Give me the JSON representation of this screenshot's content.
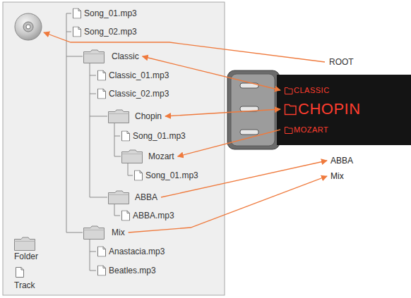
{
  "diagram": {
    "nodes": [
      {
        "text": [
          "Classic"
        ]
      },
      {
        "text": [
          "Chopin"
        ]
      },
      {
        "text": [
          "Mozart"
        ]
      },
      {
        "text": [
          "ABBA"
        ]
      },
      {
        "text": [
          "Mix"
        ]
      },
      {
        "text": [
          "CLASSIC"
        ]
      },
      {
        "text": [
          "CHOPIN"
        ]
      },
      {
        "text": [
          "MOZART"
        ]
      },
      {
        "text": [
          "ABBA"
        ]
      },
      {
        "text": [
          "Mix"
        ]
      }
    ],
    "edges": [
      {
        "from": 5,
        "to": 0,
        "arrow": "both"
      },
      {
        "from": 6,
        "to": 1,
        "arrow": "both"
      },
      {
        "from": 7,
        "to": 2,
        "arrow": "to"
      },
      {
        "from": 3,
        "to": 8,
        "arrow": "to"
      },
      {
        "from": 4,
        "to": 9,
        "arrow": "to"
      }
    ],
    "labels": [
      "ROOT",
      "Song_01.mp3",
      "Song_02.mp3",
      "Classic_01.mp3",
      "Classic_02.mp3",
      "Song_01.mp3",
      "Song_01.mp3",
      "ABBA.mp3",
      "Anastacia.mp3",
      "Beatles.mp3"
    ],
    "legend": [
      {
        "text": "Folder"
      },
      {
        "text": "Track"
      }
    ]
  }
}
